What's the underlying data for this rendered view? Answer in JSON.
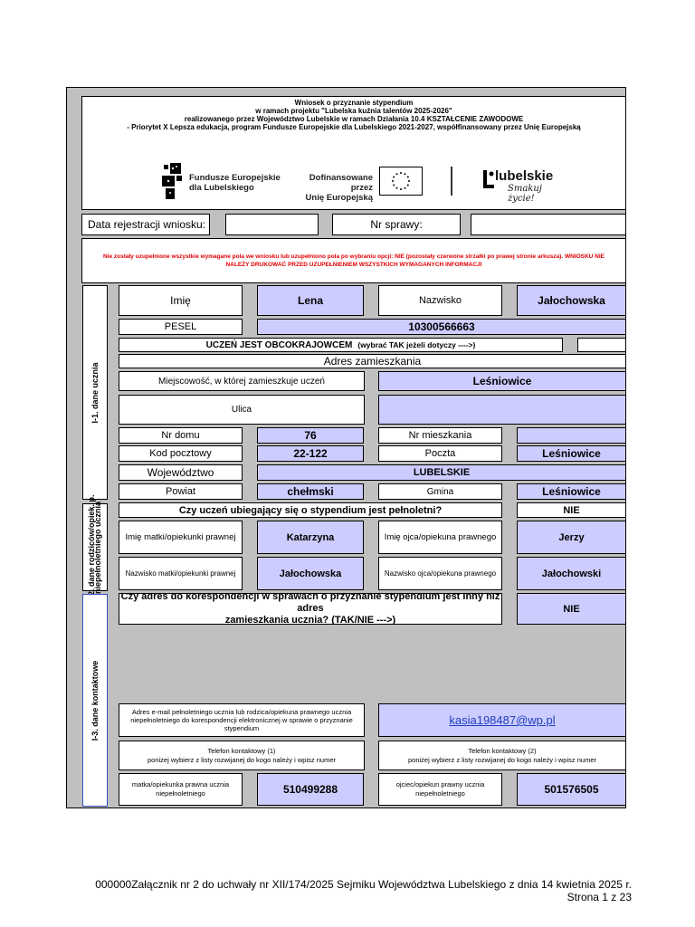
{
  "header": {
    "line1": "Wniosek o przyznanie stypendium",
    "line2": "w ramach projektu \"Lubelska kuźnia talentów 2025-2026\"",
    "line3": "realizowanego przez Województwo Lubelskie w ramach Działania 10.4 KSZTAŁCENIE ZAWODOWE",
    "line4": "- Priorytet X Lepsza edukacja, program Fundusze Europejskie dla Lubelskiego 2021-2027, współfinansowany przez Unię Europejską"
  },
  "logos": {
    "fe_line1": "Fundusze Europejskie",
    "fe_line2": "dla Lubelskiego",
    "eu_line1": "Dofinansowane przez",
    "eu_line2": "Unię Europejską",
    "lub_name": "lubelskie",
    "lub_slogan": "Smakuj życie!"
  },
  "registration": {
    "date_label": "Data rejestracji wniosku:",
    "date_value": "",
    "case_label": "Nr sprawy:",
    "case_value": ""
  },
  "warning": {
    "line1": "Nie zostały uzupełnione wszystkie wymagane pola we wniosku lub uzupełniono pola po wybraniu opcji: NIE (pozostały czerwone strzałki po prawej stronie arkusza). WNIOSKU NIE",
    "line2": "NALEŻY DRUKOWAĆ PRZED UZUPEŁNIENIEM WSZYSTKICH WYMAGANYCH INFORMACJI"
  },
  "section1": {
    "label": "I-1. dane ucznia",
    "first_name_label": "Imię",
    "first_name": "Lena",
    "last_name_label": "Nazwisko",
    "last_name": "Jałochowska",
    "pesel_label": "PESEL",
    "pesel": "10300566663",
    "foreigner_label": "UCZEŃ JEST OBCOKRAJOWCEM",
    "foreigner_hint": "(wybrać TAK jeżeli dotyczy ---->)",
    "foreigner_value": "",
    "address_header": "Adres zamieszkania",
    "city_label": "Miejscowość, w której zamieszkuje uczeń",
    "city": "Leśniowice",
    "street_label": "Ulica",
    "street": "",
    "house_label": "Nr domu",
    "house": "76",
    "flat_label": "Nr mieszkania",
    "flat": "",
    "postcode_label": "Kod pocztowy",
    "postcode": "22-122",
    "post_label": "Poczta",
    "post": "Leśniowice",
    "voivodeship_label": "Województwo",
    "voivodeship": "LUBELSKIE",
    "county_label": "Powiat",
    "county": "chełmski",
    "commune_label": "Gmina",
    "commune": "Leśniowice"
  },
  "section2": {
    "label_line1": "I-2. dane rodziców/opiek. p.",
    "label_line2": "niepełnoletniego ucznia",
    "adult_question": "Czy uczeń ubiegający się o stypendium jest pełnoletni?",
    "adult_answer": "NIE",
    "mother_first_label": "Imię matki/opiekunki prawnej",
    "mother_first": "Katarzyna",
    "father_first_label": "Imię ojca/opiekuna prawnego",
    "father_first": "Jerzy",
    "mother_last_label": "Nazwisko matki/opiekunki prawnej",
    "mother_last": "Jałochowska",
    "father_last_label": "Nazwisko ojca/opiekuna prawnego",
    "father_last": "Jałochowski"
  },
  "section3": {
    "label": "I-3. dane kontaktowe",
    "corr_question_line1": "Czy adres do korespondencji w sprawach o przyznanie stypendium jest inny niż adres",
    "corr_question_line2": "zamieszkania ucznia? (TAK/NIE --->)",
    "corr_answer": "NIE",
    "email_label": "Adres e-mail pełnoletniego ucznia lub rodzica/opiekuna prawnego ucznia niepełnoletniego do korespondencji elektronicznej w sprawie o przyznanie stypendium",
    "email": "kasia198487@wp.pl",
    "phone1_title": "Telefon kontaktowy (1)",
    "phone1_hint": "poniżej wybierz z listy rozwijanej do kogo należy i wpisz numer",
    "phone2_title": "Telefon kontaktowy (2)",
    "phone2_hint": "poniżej wybierz z listy rozwijanej do kogo należy i wpisz numer",
    "phone1_owner": "matka/opiekunka prawna ucznia niepełnoletniego",
    "phone1": "510499288",
    "phone2_owner": "ojciec/opiekun prawny ucznia niepełnoletniego",
    "phone2": "501576505"
  },
  "footer": {
    "line1": "000000Załącznik nr 2 do uchwały nr XII/174/2025 Sejmiku Województwa Lubelskiego z dnia 14 kwietnia 2025 r.",
    "line2": "Strona 1 z 23"
  },
  "colors": {
    "value_fill": "#ccccff",
    "sheet_bg": "#c0c0c0",
    "warning_text": "#e00000",
    "link": "#1f3fbf"
  }
}
